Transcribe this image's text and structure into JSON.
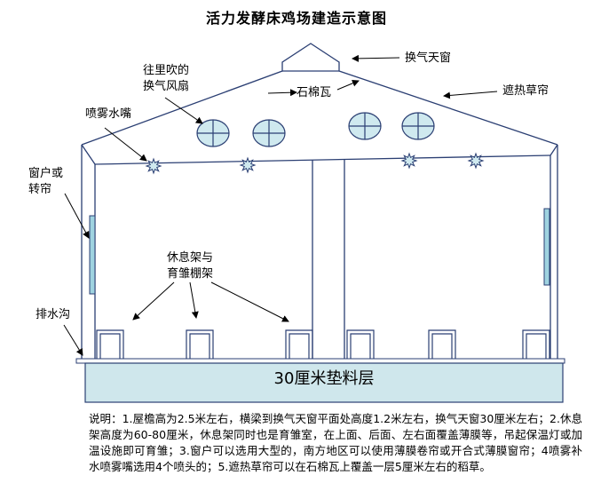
{
  "title": "活力发酵床鸡场建造示意图",
  "labels": {
    "vent_window": "换气天窗",
    "asbestos_tile": "石棉瓦",
    "straw_curtain": "遮热草帘",
    "fan_line1": "往里吹的",
    "fan_line2": "换气风扇",
    "nozzle": "喷雾水嘴",
    "window_line1": "窗户或",
    "window_line2": "转帘",
    "rack_line1": "休息架与",
    "rack_line2": "育雏棚架",
    "drain": "排水沟"
  },
  "bedding": "30厘米垫料层",
  "note": "说明：1.屋檐高为2.5米左右，横梁到换气天窗平面处高度1.2米左右，换气天窗30厘米左右；2.休息架高度为60-80厘米，休息架同时也是育雏室，在上面、后面、左右面覆盖薄膜等，吊起保温灯或加温设施即可育雏；3.窗户可以选用大型的，南方地区可以使用薄膜卷帘或开合式薄膜窗帘；4喷雾补水喷雾嘴选用4个喷头的；5.遮热草帘可以在石棉瓦上覆盖一层5厘米左右的稻草。",
  "colors": {
    "line": "#2b3f73",
    "bedding_fill": "#cfe7ec",
    "window_fill": "#9fd3e0",
    "fan_fill": "#cfe9ef"
  },
  "icons": [
    "fan-icon",
    "nozzle-icon",
    "window-icon",
    "rack-icon",
    "arrow-icon"
  ]
}
